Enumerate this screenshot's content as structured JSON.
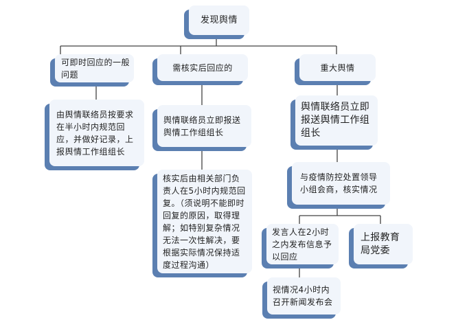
{
  "flowchart": {
    "root": "发现舆情",
    "categories": [
      {
        "label": "可即时回应的一般问题",
        "steps": [
          "由舆情联络员按要求在半小时内规范回应，并做好记录，上报舆情工作组组长"
        ]
      },
      {
        "label": "需核实后回应的",
        "steps": [
          "舆情联络员立即报送舆情工作组组长",
          "核实后由相关部门负责人在5小时内规范回复。（须说明不能即时回复的原因，取得理解；如特别复杂情况无法一次性解决，要根据实际情况保持适度过程沟通）"
        ]
      },
      {
        "label": "重大舆情",
        "steps": [
          "舆情联络员立即报送舆情工作组组长",
          "与疫情防控处置领导小组会商，核实情况"
        ],
        "branches": [
          {
            "text": "发言人在2小时之内发布信息予以回应",
            "next": "视情况4小时内召开新闻发布会"
          },
          {
            "text": "上报教育局党委"
          }
        ]
      }
    ]
  },
  "colors": {
    "box_fill": "#f1f5fb",
    "box_shadow": "#5b7fb1",
    "connector": "#404040"
  }
}
